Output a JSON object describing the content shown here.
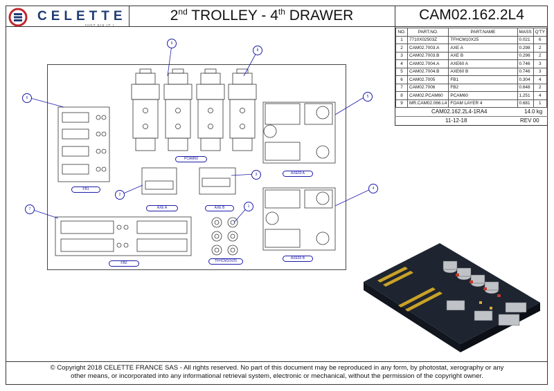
{
  "header": {
    "brand": "CELETTE",
    "tagline": "JUST FIX IT !",
    "title_prefix": "2",
    "title_sup1": "nd",
    "title_mid": " TROLLEY - 4",
    "title_sup2": "th",
    "title_suffix": " DRAWER",
    "code": "CAM02.162.2L4"
  },
  "parts_table": {
    "headers": [
      "NO.",
      "PART.NO.",
      "PART.NAME",
      "MASS",
      "Q'TY"
    ],
    "rows": [
      [
        "1",
        "7710X02503Z",
        "TFHCM10X25",
        "0.021",
        "6"
      ],
      [
        "2",
        "CAM02.7003.A",
        "AXE A",
        "0.298",
        "2"
      ],
      [
        "3",
        "CAM02.7003.B",
        "AXE B",
        "0.298",
        "2"
      ],
      [
        "4",
        "CAM02.7004.A",
        "AXE60 A",
        "0.746",
        "3"
      ],
      [
        "5",
        "CAM02.7004.B",
        "AXE60 B",
        "0.746",
        "3"
      ],
      [
        "6",
        "CAM02.7005",
        "FB1",
        "0.304",
        "4"
      ],
      [
        "7",
        "CAM02.7006",
        "FB2",
        "0.648",
        "2"
      ],
      [
        "8",
        "CAM02.PCAM60",
        "PCAM60",
        "1.251",
        "4"
      ],
      [
        "9",
        "MR.CAM02.066.L4",
        "FOAM LAYER 4",
        "0.681",
        "1"
      ]
    ],
    "assembly": "CAM02.162.2L4-1RA4",
    "total_mass": "14.0 kg",
    "date": "11-12-18",
    "revision": "REV 00"
  },
  "drawing": {
    "callouts": [
      "1",
      "2",
      "3",
      "4",
      "5",
      "6",
      "7",
      "8",
      "9"
    ],
    "labels": {
      "fb1": "FB1",
      "fb2": "FB2",
      "pcam60": "PCAM60",
      "axe_a": "AXE A",
      "axe_b": "AXE B",
      "axe60_a": "AXE60 A",
      "axe60_b": "AXE60 B",
      "tfhcm": "TFHCM10X25"
    }
  },
  "footer": {
    "line1": "© Copyright 2018 CELETTE FRANCE SAS - All rights reserved. No part of this document may be reproduced in any form, by photostat, xerography or any",
    "line2": "other means, or incorporated into any informational retrieval system, electronic or mechanical, without the permission of the copyright owner."
  }
}
